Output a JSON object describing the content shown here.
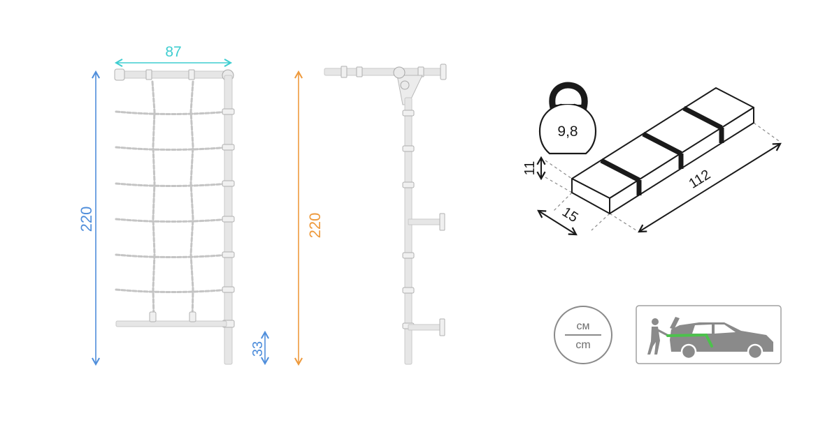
{
  "front_view": {
    "width_label": "87",
    "height_label": "220",
    "offset_label": "33"
  },
  "side_view": {
    "height_label": "220"
  },
  "package": {
    "weight_label": "9,8",
    "height_label": "11",
    "width_label": "15",
    "length_label": "112"
  },
  "units_badge": {
    "top": "см",
    "bottom": "cm"
  },
  "colors": {
    "width_dim": "#3ecdd0",
    "height_dim": "#4f8edb",
    "side_dim": "#ee9a3d",
    "frame": "#e6e6e6",
    "icon": "#8a8a8a",
    "car_accent": "#4cc24c"
  },
  "icons": [
    "kettlebell-icon",
    "package-box-icon",
    "units-cm-icon",
    "car-loading-icon"
  ]
}
